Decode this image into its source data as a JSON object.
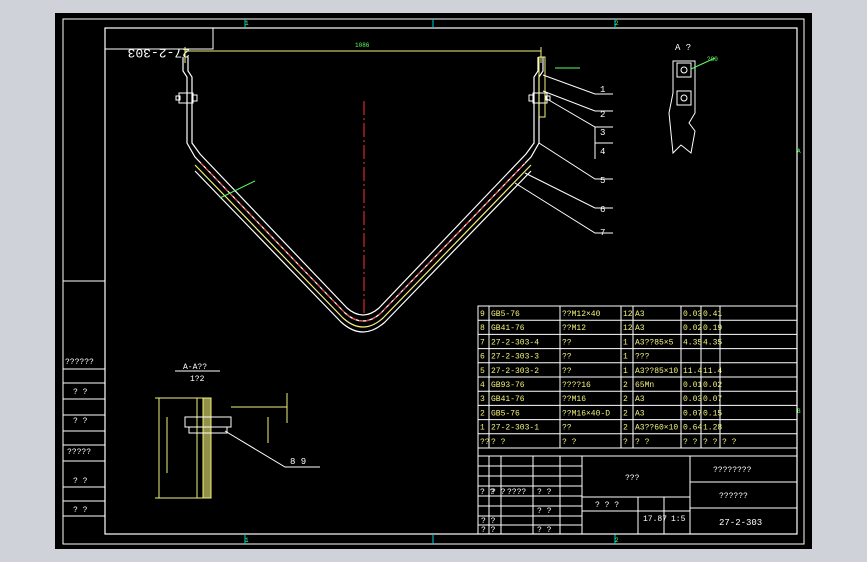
{
  "drawing": {
    "mirror_code": "27-2-303",
    "section_title": "A-A??",
    "section_scale": "1?2",
    "view_title": "A ?",
    "section_callout": "8 9",
    "dim_top": "1086",
    "view_note": "?80"
  },
  "callouts": [
    "1",
    "2",
    "3",
    "4",
    "5",
    "6",
    "7"
  ],
  "border": {
    "top": [
      "1",
      "2"
    ],
    "bottom": [
      "1",
      "2"
    ],
    "right": [
      "A",
      "B"
    ]
  },
  "bom": [
    {
      "no": "9",
      "code": "GB5-76",
      "name": "??M12×40",
      "qty": "12",
      "mat": "A3",
      "w1": "0.03",
      "w2": "0.41"
    },
    {
      "no": "8",
      "code": "GB41-76",
      "name": "??M12",
      "qty": "12",
      "mat": "A3",
      "w1": "0.02",
      "w2": "0.19"
    },
    {
      "no": "7",
      "code": "27-2-303-4",
      "name": "??",
      "qty": "1",
      "mat": "A3??85×5",
      "w1": "4.35",
      "w2": "4.35"
    },
    {
      "no": "6",
      "code": "27-2-303-3",
      "name": "??",
      "qty": "1",
      "mat": "???",
      "w1": "",
      "w2": ""
    },
    {
      "no": "5",
      "code": "27-2-303-2",
      "name": "??",
      "qty": "1",
      "mat": "A3??85×10",
      "w1": "11.4",
      "w2": "11.4"
    },
    {
      "no": "4",
      "code": "GB93-76",
      "name": "????16",
      "qty": "2",
      "mat": "65Mn",
      "w1": "0.01",
      "w2": "0.02"
    },
    {
      "no": "3",
      "code": "GB41-76",
      "name": "??M16",
      "qty": "2",
      "mat": "A3",
      "w1": "0.03",
      "w2": "0.07"
    },
    {
      "no": "2",
      "code": "GB5-76",
      "name": "??M16×40-D",
      "qty": "2",
      "mat": "A3",
      "w1": "0.07",
      "w2": "0.15"
    },
    {
      "no": "1",
      "code": "27-2-303-1",
      "name": "??",
      "qty": "2",
      "mat": "A3??60×10",
      "w1": "0.64",
      "w2": "1.28"
    }
  ],
  "bom_header": {
    "no": "??",
    "code": "?  ?",
    "name": "?  ?",
    "qty": "?",
    "mat": "?  ?",
    "w1": "? ?",
    "w2": "? ?",
    "note": "?  ?"
  },
  "title_block": {
    "part_name": "???",
    "company": "????????",
    "title": "??????",
    "drawing_no": "27-2-303",
    "weight": "17.87",
    "scale": "1:5",
    "stage": "? ? ?",
    "labels": [
      "? ?",
      "? ?",
      "????",
      "? ?",
      "? ?",
      "? ?",
      "? ?",
      "? ?"
    ]
  },
  "left_strip": [
    "??????",
    "? ?",
    "? ?",
    "?????",
    "? ?",
    "? ?"
  ],
  "colors": {
    "line": "#ffffff",
    "border": "#00d0d0",
    "yellow": "#f3f27a",
    "red": "#ff3030",
    "green": "#4dff4d",
    "bg": "#000000"
  }
}
